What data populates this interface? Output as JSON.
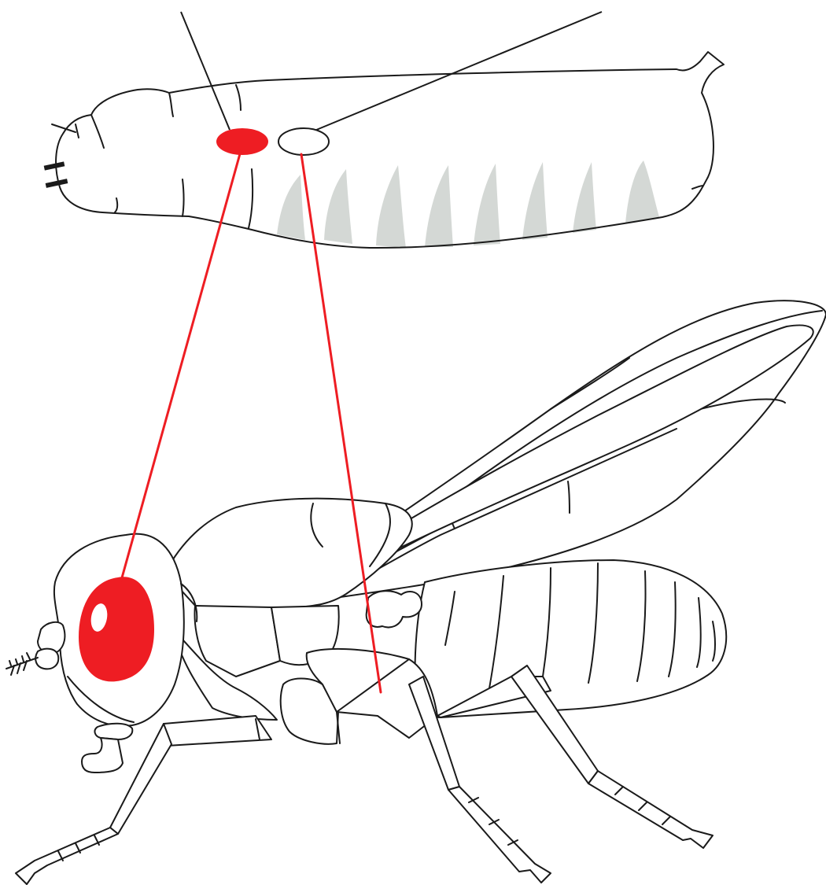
{
  "diagram": {
    "subject": "grasshopper",
    "views": [
      "larva-side-view",
      "adult-side-view"
    ],
    "colors": {
      "highlight": "#ee1d23",
      "outline": "#1a1a1a",
      "shading": "#d4d8d5",
      "eye_highlight": "#ffffff"
    }
  }
}
